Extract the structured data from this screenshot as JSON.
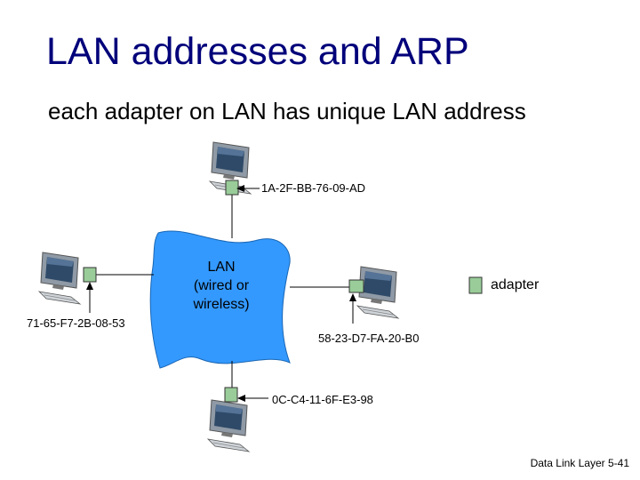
{
  "title": "LAN addresses and ARP",
  "subtitle": "each adapter on LAN has unique LAN address",
  "lan": {
    "line1": "LAN",
    "line2": "(wired or",
    "line3": "wireless)"
  },
  "addresses": {
    "top": "1A-2F-BB-76-09-AD",
    "left": "71-65-F7-2B-08-53",
    "right": "58-23-D7-FA-20-B0",
    "bottom": "0C-C4-11-6F-E3-98"
  },
  "legend": {
    "label": "adapter",
    "icon": "adapter-icon"
  },
  "footer": "Data Link Layer 5-41",
  "colors": {
    "title": "#00007a",
    "lan_cloud": "#3399ff",
    "adapter": "#99cc99"
  }
}
